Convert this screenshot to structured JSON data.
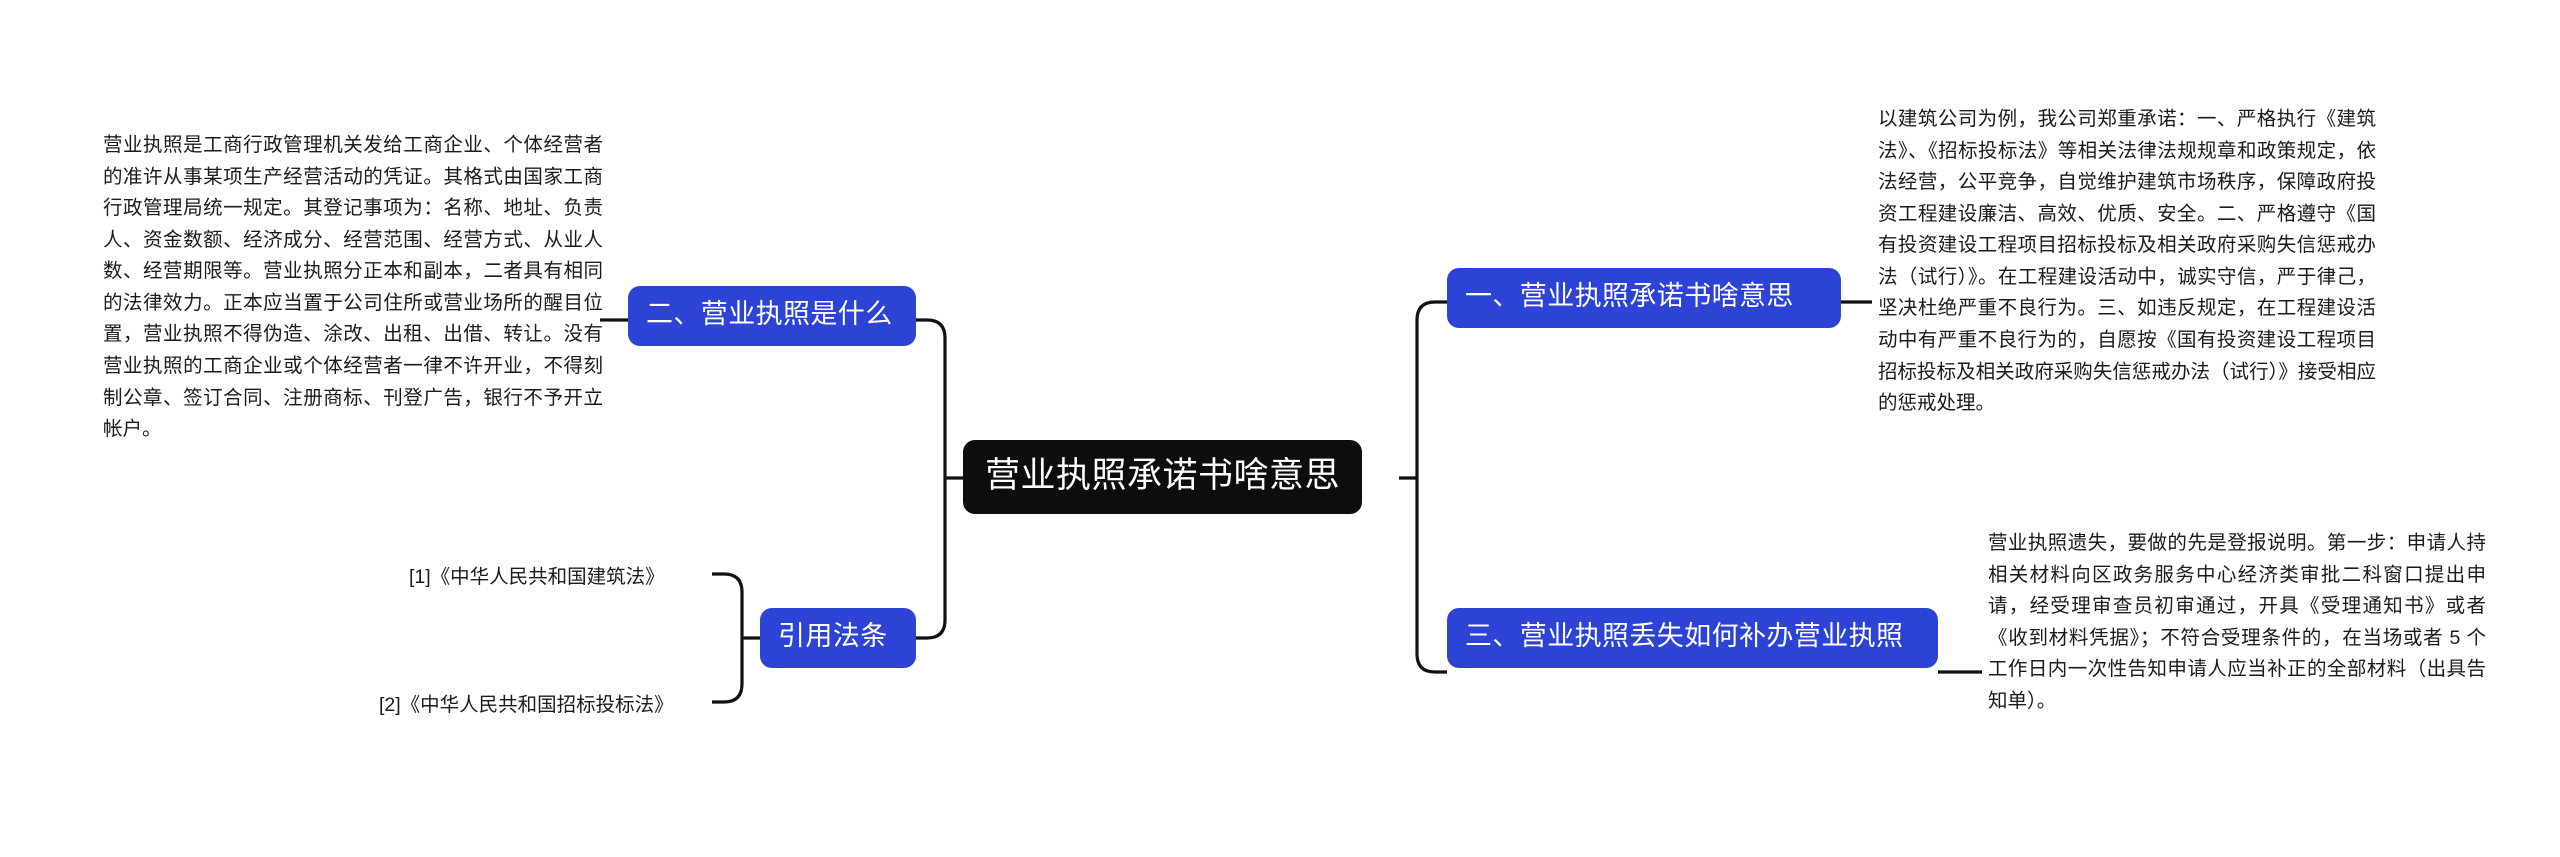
{
  "diagram": {
    "type": "mindmap",
    "background_color": "#ffffff",
    "root_node_color": "#0d0d0d",
    "branch_node_color": "#2c43d6",
    "connector_color": "#111111",
    "text_color": "#1b1b1b"
  },
  "root": {
    "label": "营业执照承诺书啥意思"
  },
  "branches": {
    "left": [
      {
        "id": "branch-what-is-license",
        "label": "二、营业执照是什么",
        "detail": "营业执照是工商行政管理机关发给工商企业、个体经营者的准许从事某项生产经营活动的凭证。其格式由国家工商行政管理局统一规定。其登记事项为：名称、地址、负责人、资金数额、经济成分、经营范围、经营方式、从业人数、经营期限等。营业执照分正本和副本，二者具有相同的法律效力。正本应当置于公司住所或营业场所的醒目位置，营业执照不得伪造、涂改、出租、出借、转让。没有营业执照的工商企业或个体经营者一律不许开业，不得刻制公章、签订合同、注册商标、刊登广告，银行不予开立帐户。"
      },
      {
        "id": "branch-cited-laws",
        "label": "引用法条",
        "citations": [
          "[1]《中华人民共和国建筑法》",
          "[2]《中华人民共和国招标投标法》"
        ]
      }
    ],
    "right": [
      {
        "id": "branch-commitment-meaning",
        "label": "一、营业执照承诺书啥意思",
        "detail": "以建筑公司为例，我公司郑重承诺：一、严格执行《建筑法》、《招标投标法》等相关法律法规规章和政策规定，依法经营，公平竞争，自觉维护建筑市场秩序，保障政府投资工程建设廉洁、高效、优质、安全。二、严格遵守《国有投资建设工程项目招标投标及相关政府采购失信惩戒办法（试行）》。在工程建设活动中，诚实守信，严于律己，坚决杜绝严重不良行为。三、如违反规定，在工程建设活动中有严重不良行为的，自愿按《国有投资建设工程项目招标投标及相关政府采购失信惩戒办法（试行）》接受相应的惩戒处理。"
      },
      {
        "id": "branch-lost-license",
        "label": "三、营业执照丢失如何补办营业执照",
        "detail": "营业执照遗失，要做的先是登报说明。第一步：申请人持相关材料向区政务服务中心经济类审批二科窗口提出申请，经受理审查员初审通过，开具《受理通知书》或者《收到材料凭据》；不符合受理条件的，在当场或者 5 个工作日内一次性告知申请人应当补正的全部材料（出具告知单）。"
      }
    ]
  }
}
